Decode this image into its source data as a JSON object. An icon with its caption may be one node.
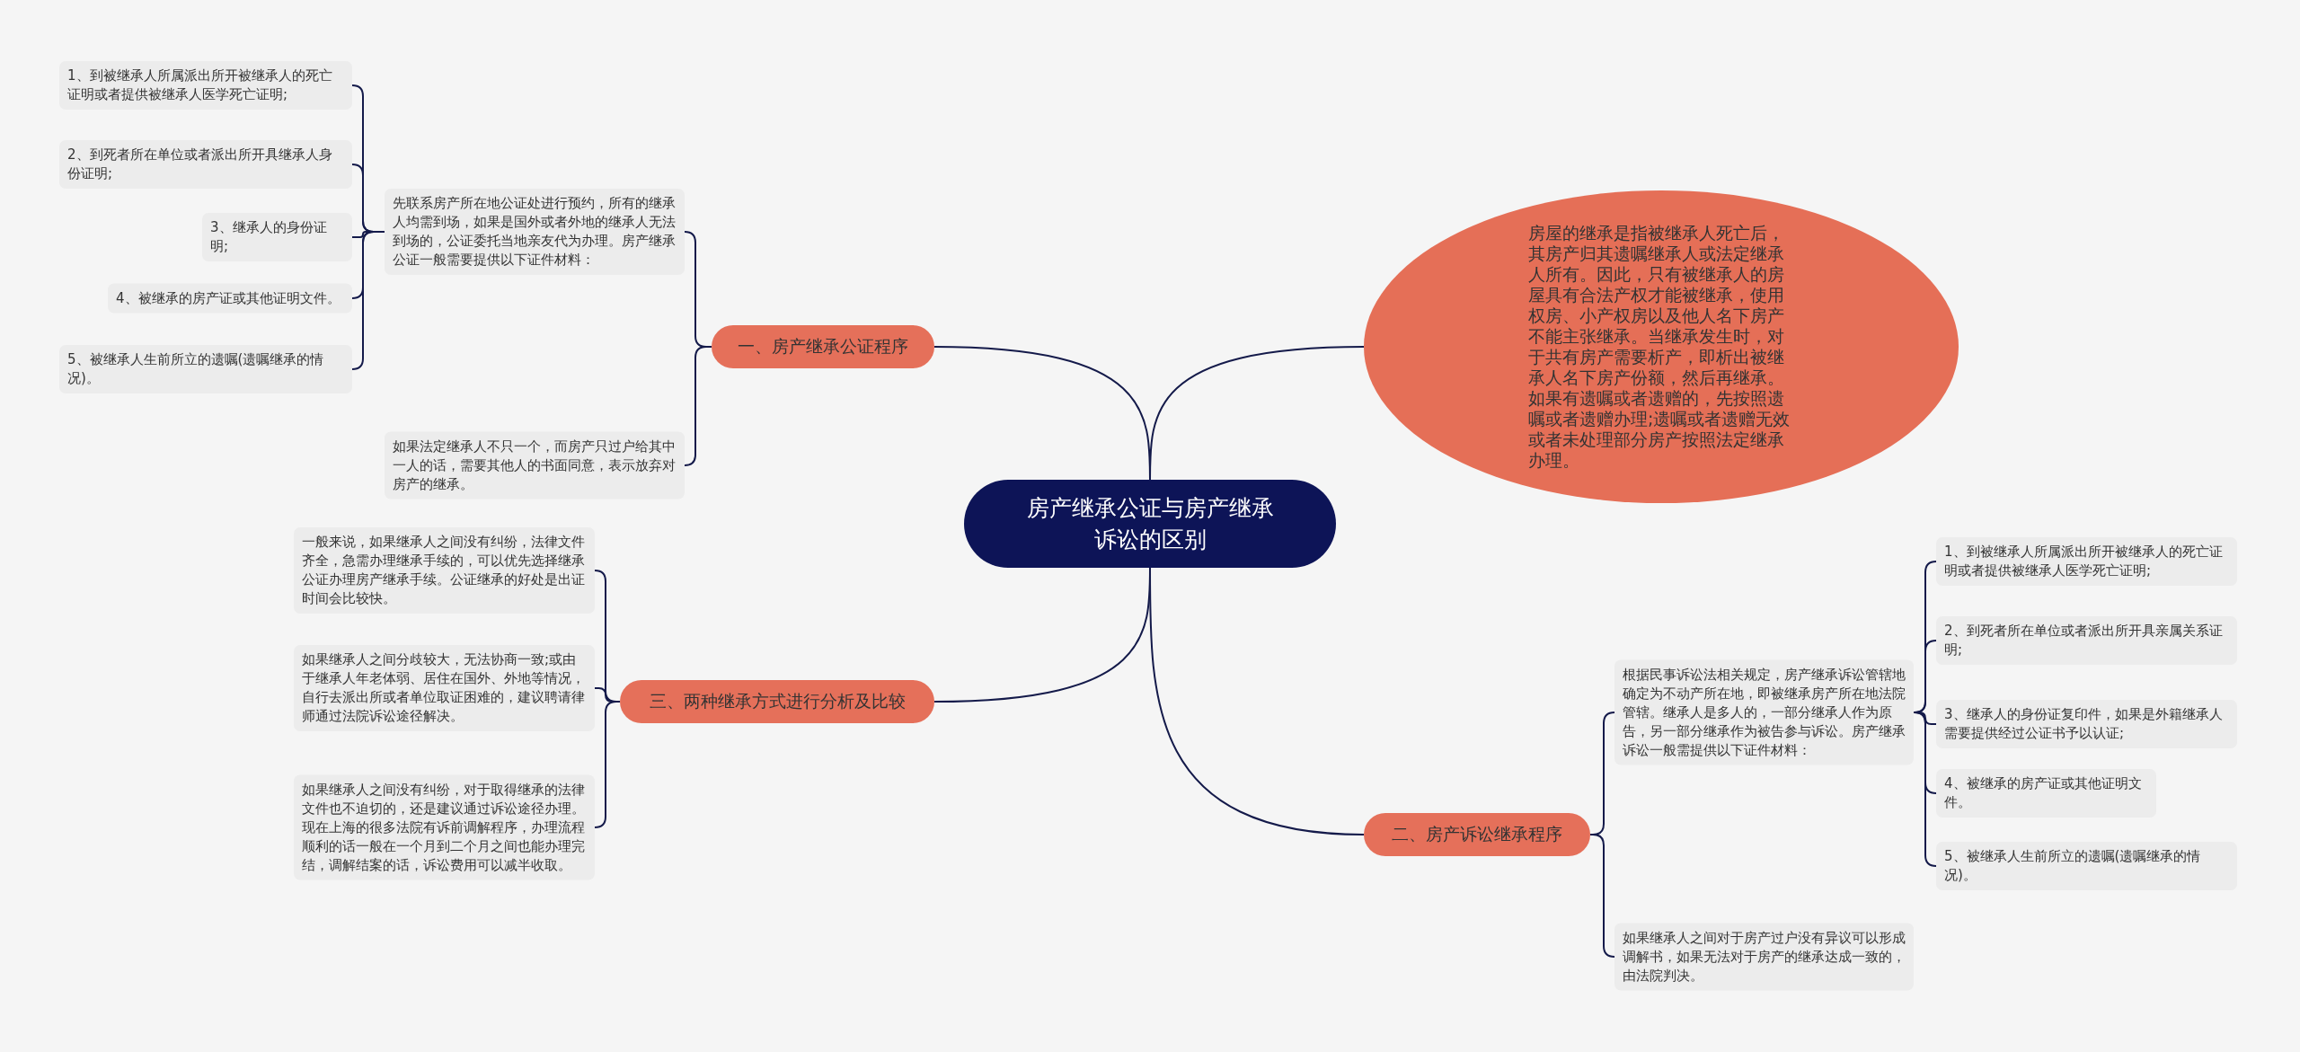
{
  "diagram": {
    "nodes": [
      {
        "text": [
          "房产继承公证与房产继承诉讼的区别"
        ]
      },
      {
        "text": [
          "一、房产继承公证程序"
        ]
      },
      {
        "text": [
          "先联系房产所在地公证处进行预约，所有的继承人均需到场，如果是国外或者外地的继承人无法到场的，公证委托当地亲友代为办理。房产继承公证一般需要提供以下证件材料："
        ]
      },
      {
        "text": [
          "1、到被继承人所属派出所开被继承人的死亡证明或者提供被继承人医学死亡证明;"
        ]
      },
      {
        "text": [
          "2、到死者所在单位或者派出所开具继承人身份证明;"
        ]
      },
      {
        "text": [
          "3、继承人的身份证明;"
        ]
      },
      {
        "text": [
          "4、被继承的房产证或其他证明文件。"
        ]
      },
      {
        "text": [
          "5、被继承人生前所立的遗嘱(遗嘱继承的情况)。"
        ]
      },
      {
        "text": [
          "如果法定继承人不只一个，而房产只过户给其中一人的话，需要其他人的书面同意，表示放弃对房产的继承。"
        ]
      },
      {
        "text": [
          "房屋的继承是指被继承人死亡后，其房产归其遗嘱继承人或法定继承人所有。因此，只有被继承人的房屋具有合法产权才能被继承，使用权房、小产权房以及他人名下房产不能主张继承。当继承发生时，对于共有房产需要析产，即析出被继承人名下房产份额，然后再继承。如果有遗嘱或者遗赠的，先按照遗嘱或者遗赠办理;遗嘱或者遗赠无效或者未处理部分房产按照法定继承办理。"
        ]
      },
      {
        "text": [
          "三、两种继承方式进行分析及比较"
        ]
      },
      {
        "text": [
          "一般来说，如果继承人之间没有纠纷，法律文件齐全，急需办理继承手续的，可以优先选择继承公证办理房产继承手续。公证继承的好处是出证时间会比较快。"
        ]
      },
      {
        "text": [
          "如果继承人之间分歧较大，无法协商一致;或由于继承人年老体弱、居住在国外、外地等情况，自行去派出所或者单位取证困难的，建议聘请律师通过法院诉讼途径解决。"
        ]
      },
      {
        "text": [
          "如果继承人之间没有纠纷，对于取得继承的法律文件也不迫切的，还是建议通过诉讼途径办理。现在上海的很多法院有诉前调解程序，办理流程顺利的话一般在一个月到二个月之间也能办理完结，调解结案的话，诉讼费用可以减半收取。"
        ]
      },
      {
        "text": [
          "二、房产诉讼继承程序"
        ]
      },
      {
        "text": [
          "根据民事诉讼法相关规定，房产继承诉讼管辖地确定为不动产所在地，即被继承房产所在地法院管辖。继承人是多人的，一部分继承人作为原告，另一部分继承作为被告参与诉讼。房产继承诉讼一般需提供以下证件材料："
        ]
      },
      {
        "text": [
          "1、到被继承人所属派出所开被继承人的死亡证明或者提供被继承人医学死亡证明;"
        ]
      },
      {
        "text": [
          "2、到死者所在单位或者派出所开具亲属关系证明;"
        ]
      },
      {
        "text": [
          "3、继承人的身份证复印件，如果是外籍继承人需要提供经过公证书予以认证;"
        ]
      },
      {
        "text": [
          "4、被继承的房产证或其他证明文件。"
        ]
      },
      {
        "text": [
          "5、被继承人生前所立的遗嘱(遗嘱继承的情况)。"
        ]
      },
      {
        "text": [
          "如果继承人之间对于房产过户没有异议可以形成调解书，如果无法对于房产的继承达成一致的，由法院判决。"
        ]
      }
    ],
    "edges": [
      {
        "from": 0,
        "to": 1,
        "arrow": "none"
      },
      {
        "from": 1,
        "to": 2,
        "arrow": "none"
      },
      {
        "from": 2,
        "to": 3,
        "arrow": "none"
      },
      {
        "from": 2,
        "to": 4,
        "arrow": "none"
      },
      {
        "from": 2,
        "to": 5,
        "arrow": "none"
      },
      {
        "from": 2,
        "to": 6,
        "arrow": "none"
      },
      {
        "from": 2,
        "to": 7,
        "arrow": "none"
      },
      {
        "from": 1,
        "to": 8,
        "arrow": "none"
      },
      {
        "from": 0,
        "to": 9,
        "arrow": "none"
      },
      {
        "from": 0,
        "to": 10,
        "arrow": "none"
      },
      {
        "from": 10,
        "to": 11,
        "arrow": "none"
      },
      {
        "from": 10,
        "to": 12,
        "arrow": "none"
      },
      {
        "from": 10,
        "to": 13,
        "arrow": "none"
      },
      {
        "from": 0,
        "to": 14,
        "arrow": "none"
      },
      {
        "from": 14,
        "to": 15,
        "arrow": "none"
      },
      {
        "from": 15,
        "to": 16,
        "arrow": "none"
      },
      {
        "from": 15,
        "to": 17,
        "arrow": "none"
      },
      {
        "from": 15,
        "to": 18,
        "arrow": "none"
      },
      {
        "from": 15,
        "to": 19,
        "arrow": "none"
      },
      {
        "from": 15,
        "to": 20,
        "arrow": "none"
      },
      {
        "from": 14,
        "to": 21,
        "arrow": "none"
      }
    ]
  }
}
